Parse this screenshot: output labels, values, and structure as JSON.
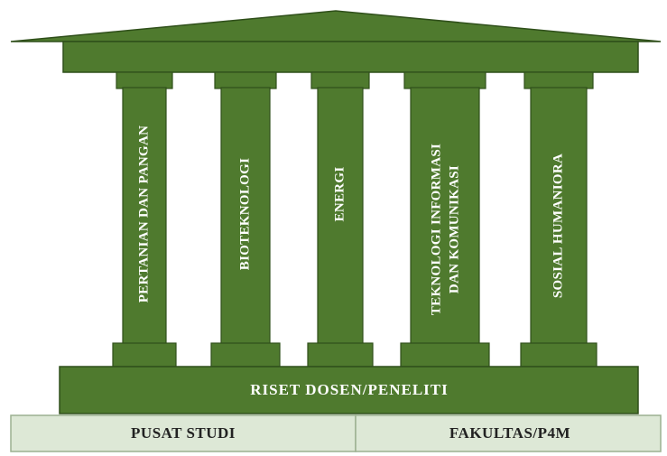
{
  "colors": {
    "pillar_green": "#4f7a2e",
    "outline": "#2f4f1a",
    "foundation_fill": "#dde8d6",
    "foundation_outline": "#9cb090",
    "pillar_text": "#ffffff",
    "foundation_text": "#222222"
  },
  "pillars": [
    {
      "lines": [
        "PERTANIAN DAN PANGAN"
      ]
    },
    {
      "lines": [
        "BIOTEKNOLOGI"
      ]
    },
    {
      "lines": [
        "ENERGI"
      ]
    },
    {
      "lines": [
        "TEKNOLOGI INFORMASI",
        "DAN KOMUNIKASI"
      ]
    },
    {
      "lines": [
        "SOSIAL HUMANIORA"
      ]
    }
  ],
  "base": {
    "label": "RISET DOSEN/PENELITI"
  },
  "foundation": {
    "left_label": "PUSAT STUDI",
    "right_label": "FAKULTAS/P4M"
  }
}
